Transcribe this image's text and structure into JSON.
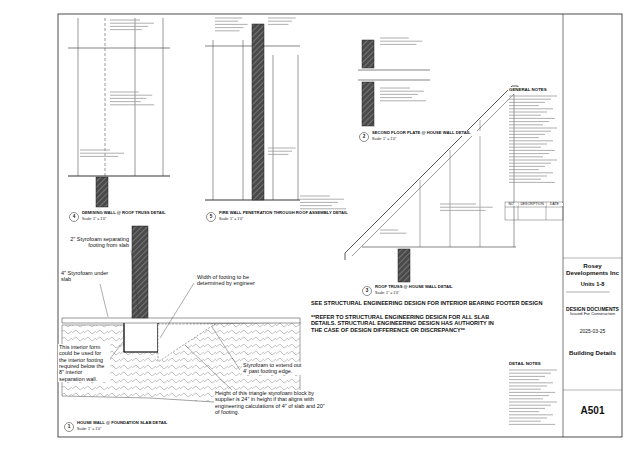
{
  "diagram": {
    "nodes": [
      {
        "text": [
          "Rosey Developments Inc"
        ]
      },
      {
        "text": [
          "Units 1-8"
        ]
      },
      {
        "text": [
          "DESIGN DOCUMENTS",
          "Issued For Construction"
        ]
      },
      {
        "text": [
          "2025-03-25"
        ]
      },
      {
        "text": [
          "Building Details"
        ]
      },
      {
        "text": [
          "A501"
        ]
      }
    ],
    "labels": [
      "2\" Styrofoam separating footing from slab",
      "4\" Styrofoam under slab",
      "This interior form could be used for the interior footing required below the 8\" interior separation wall.",
      "Width of footing to be determined by engineer",
      "Styrofoam to extend out 4' past footing edge.",
      "Height of this triangle styrofoam block by supplier is 24\" in height if that aligns with engineering calculations of 4\" of slab and 20\" of footing.",
      "SEE STRUCTURAL ENGINEERING DESIGN FOR INTERIOR BEARING FOOTER DESIGN",
      "**REFER TO STRUCTURAL ENGINEERING DESIGN FOR ALL SLAB DETAILS. STRUCTURAL ENGINEERING DESIGN HAS AUTHORITY IN THE CASE OF DESIGN DIFFERENCE OR DISCREPANCY**",
      "1",
      "HOUSE WALL @ FOUNDATION SLAB DETAIL",
      "Scale: 1\" = 1'0\"",
      "4",
      "DEMISING WALL @ ROOF TRUSS DETAIL",
      "Scale: 1\" = 1'0\"",
      "5",
      "FIRE WALL PENETRATION THROUGH ROOF ASSEMBLY DETAIL",
      "Scale: 1\" = 1'0\"",
      "2",
      "SECOND FLOOR PLATE @ HOUSE WALL DETAIL",
      "Scale: 1\" = 1'0\"",
      "3",
      "ROOF TRUSS @ HOUSE WALL DETAIL",
      "Scale: 1\" = 1'0\"",
      "GENERAL NOTES",
      "DETAIL NOTES",
      "NO.",
      "DESCRIPTION",
      "DATE"
    ]
  }
}
